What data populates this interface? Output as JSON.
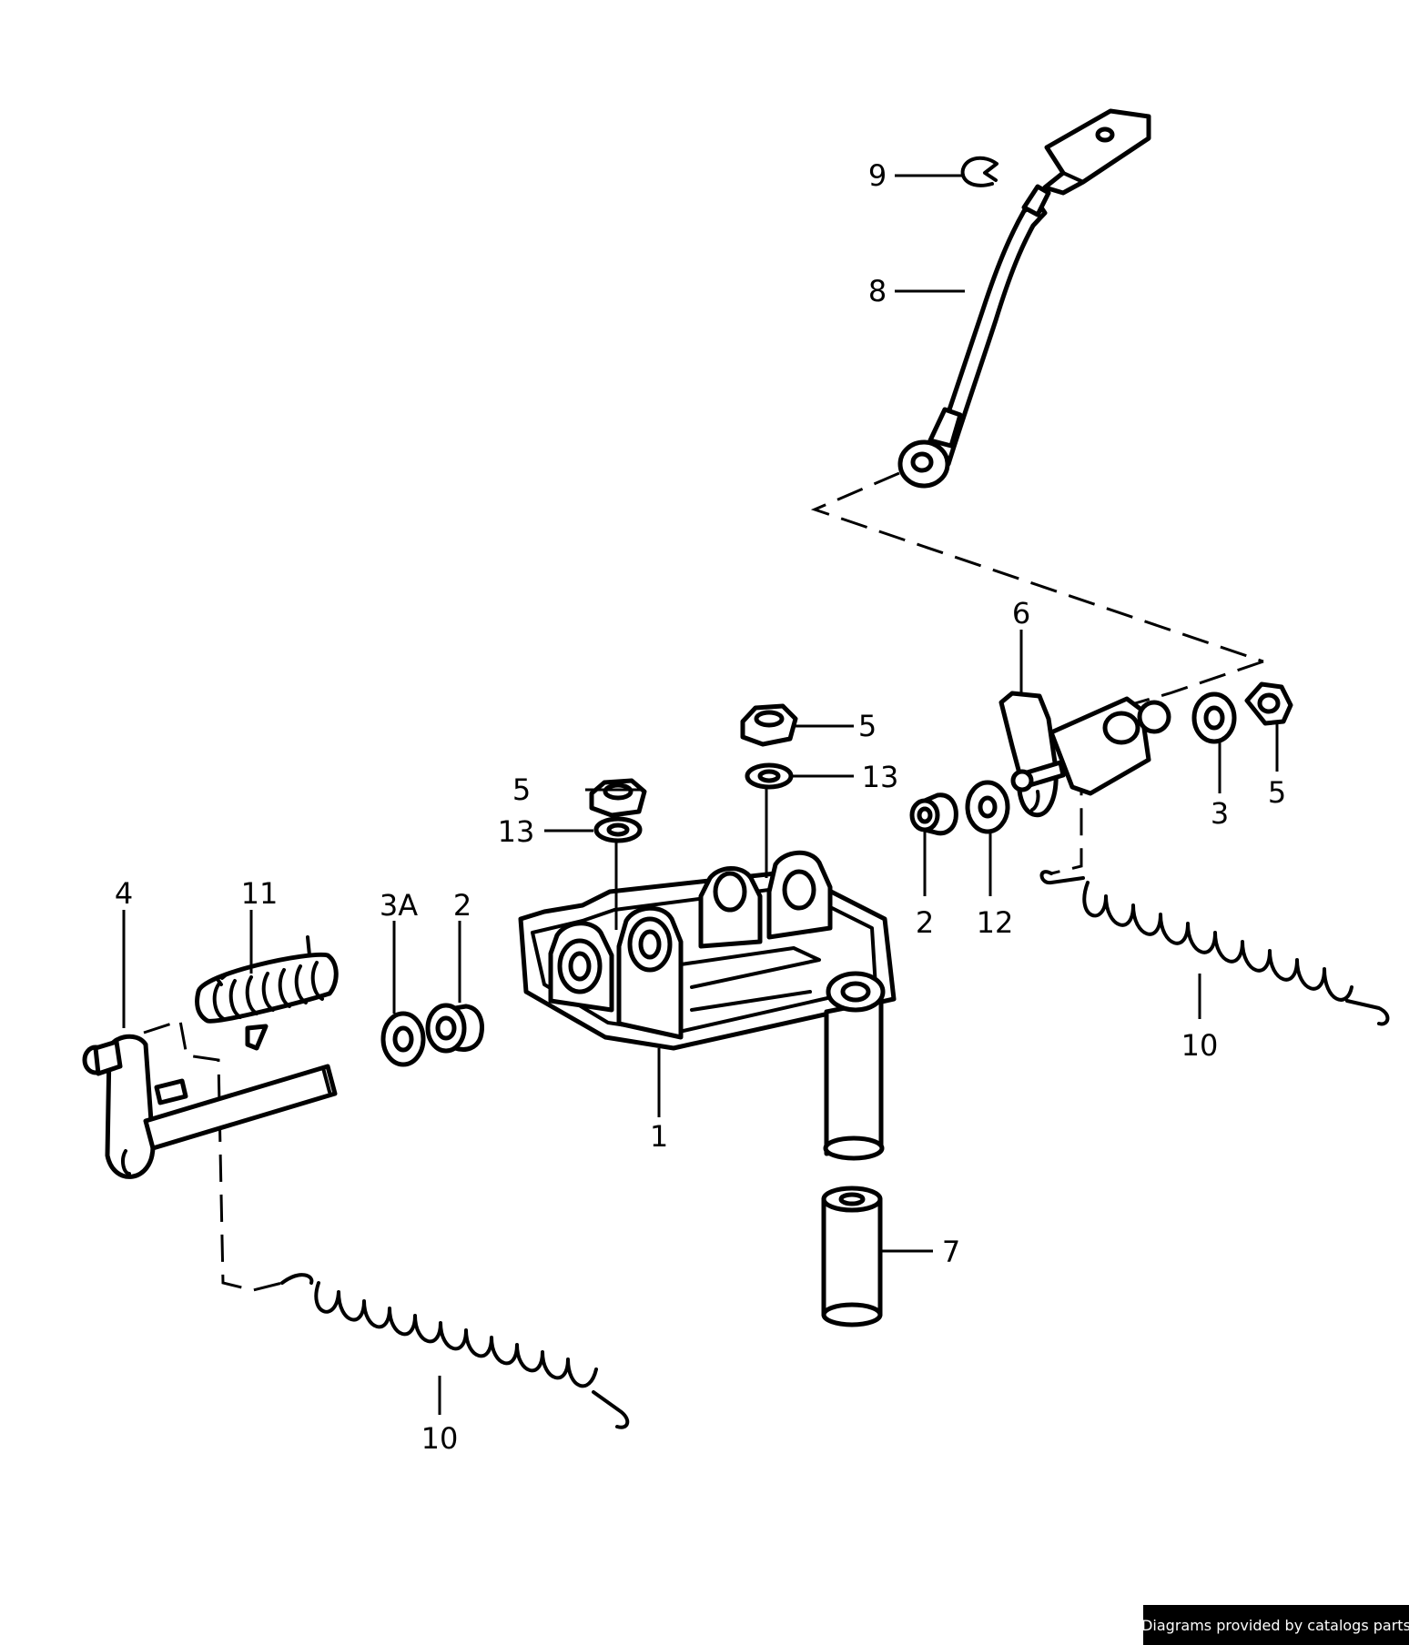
{
  "callouts": {
    "c1": "1",
    "c2a": "2",
    "c2b": "2",
    "c3": "3",
    "c3A": "3A",
    "c4": "4",
    "c5a": "5",
    "c5b": "5",
    "c5c": "5",
    "c6": "6",
    "c7": "7",
    "c8": "8",
    "c9": "9",
    "c10a": "10",
    "c10b": "10",
    "c11": "11",
    "c12": "12",
    "c13a": "13",
    "c13b": "13"
  },
  "footer": {
    "credit": "Diagrams provided by catalogs parts"
  }
}
